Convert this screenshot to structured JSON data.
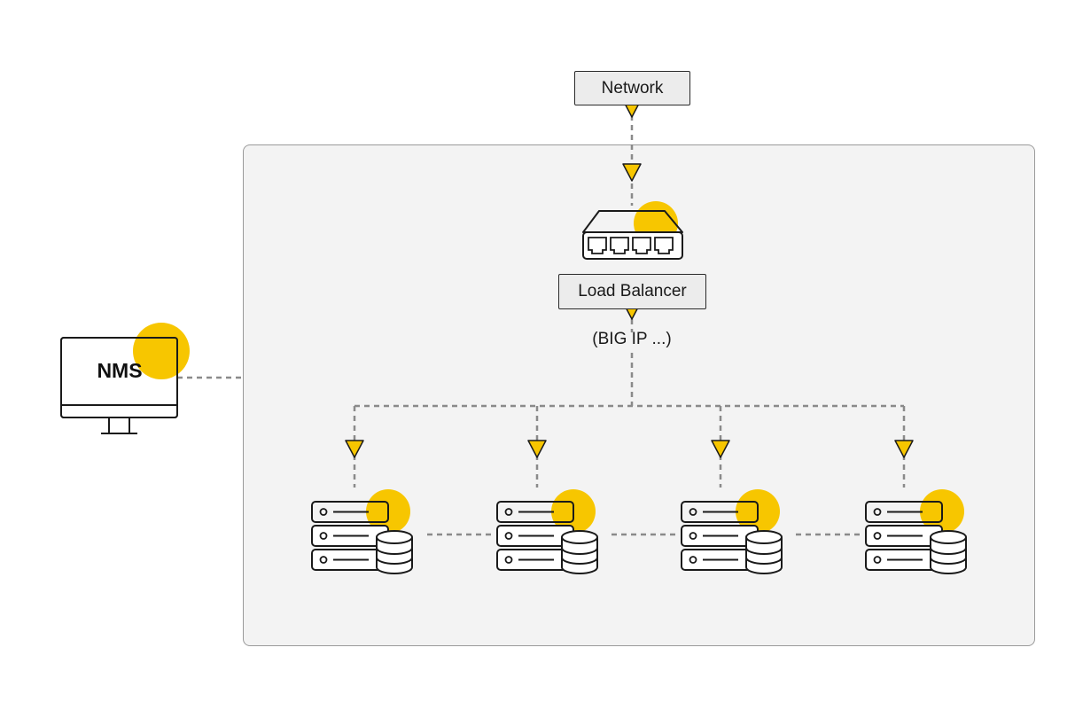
{
  "nodes": {
    "network": "Network",
    "load_balancer": "Load Balancer",
    "load_balancer_note": "(BIG IP ...)",
    "nms": "NMS"
  },
  "icons": {
    "monitor": "monitor-icon",
    "switch": "network-switch-icon",
    "server": "server-database-icon",
    "arrow": "triangle-down-icon"
  },
  "colors": {
    "accent": "#F7C600",
    "line": "#8a8a8a",
    "stroke": "#1a1a1a",
    "cluster_bg": "#f3f3f3"
  }
}
